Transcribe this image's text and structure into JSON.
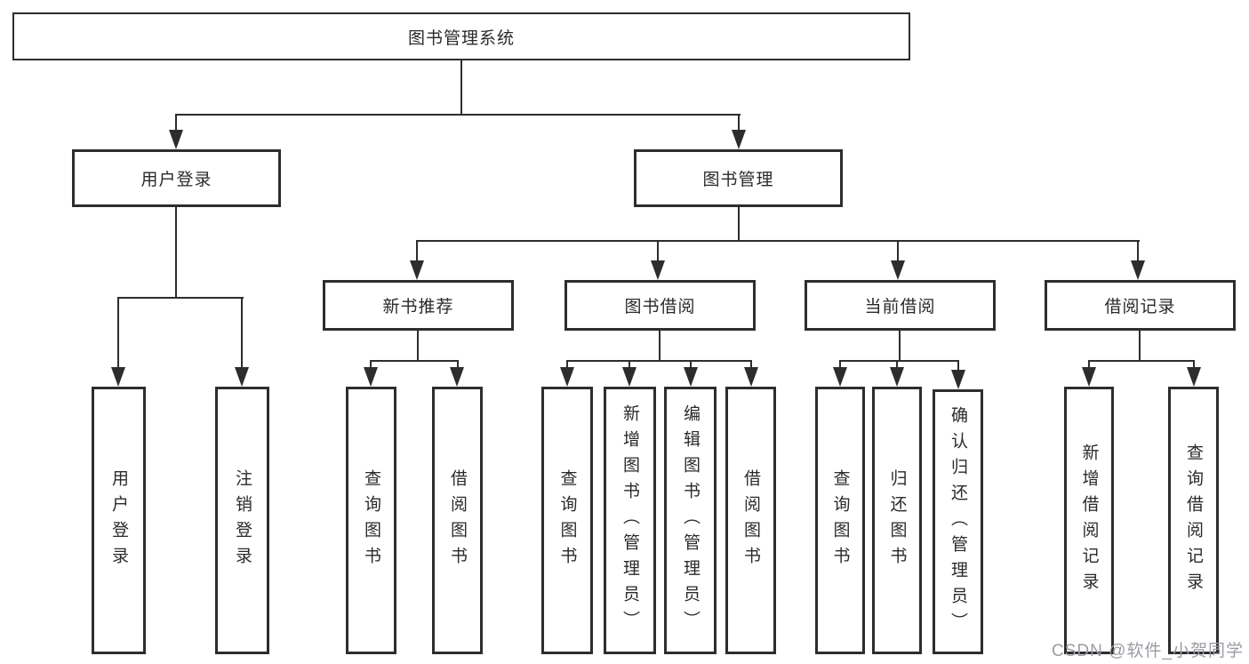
{
  "diagram": {
    "title": "图书管理系统",
    "root": {
      "label": "图书管理系统"
    },
    "level2": [
      {
        "label": "用户登录"
      },
      {
        "label": "图书管理"
      }
    ],
    "level3": [
      {
        "label": "新书推荐",
        "parent": "图书管理"
      },
      {
        "label": "图书借阅",
        "parent": "图书管理"
      },
      {
        "label": "当前借阅",
        "parent": "图书管理"
      },
      {
        "label": "借阅记录",
        "parent": "图书管理"
      }
    ],
    "leaves": [
      {
        "label": "用户登录",
        "parent": "用户登录"
      },
      {
        "label": "注销登录",
        "parent": "用户登录"
      },
      {
        "label": "查询图书",
        "parent": "新书推荐"
      },
      {
        "label": "借阅图书",
        "parent": "新书推荐"
      },
      {
        "label": "查询图书",
        "parent": "图书借阅"
      },
      {
        "label": "新增图书（管理员）",
        "parent": "图书借阅"
      },
      {
        "label": "编辑图书（管理员）",
        "parent": "图书借阅"
      },
      {
        "label": "借阅图书",
        "parent": "图书借阅"
      },
      {
        "label": "查询图书",
        "parent": "当前借阅"
      },
      {
        "label": "归还图书",
        "parent": "当前借阅"
      },
      {
        "label": "确认归还（管理员）",
        "parent": "当前借阅"
      },
      {
        "label": "新增借阅记录",
        "parent": "借阅记录"
      },
      {
        "label": "查询借阅记录",
        "parent": "借阅记录"
      }
    ]
  },
  "colors": {
    "line": "#2d2d2d",
    "box_border": "#2d2d2d",
    "text": "#2a2a2a",
    "background": "#ffffff",
    "watermark": "#9b9ba3"
  },
  "watermark": {
    "text": "CSDN @软件_小贺同学"
  }
}
